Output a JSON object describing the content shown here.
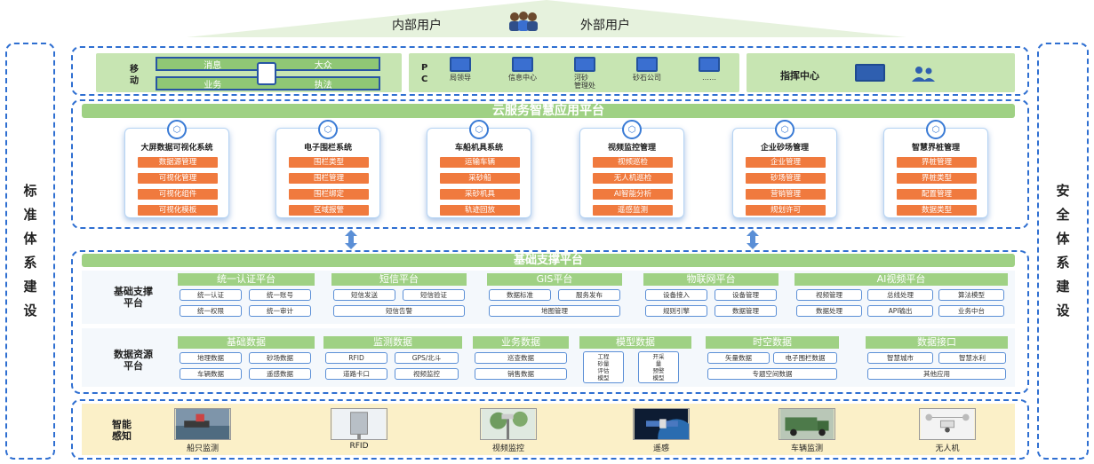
{
  "users": {
    "internal": "内部用户",
    "external": "外部用户"
  },
  "sides": {
    "left": [
      "标",
      "准",
      "体",
      "系",
      "建",
      "设"
    ],
    "right": [
      "安",
      "全",
      "体",
      "系",
      "建",
      "设"
    ]
  },
  "access": {
    "mobile_label": [
      "移",
      "动"
    ],
    "mobile_rows": [
      [
        "消息",
        "大众"
      ],
      [
        "业务",
        "执法"
      ]
    ],
    "pc_label": [
      "P",
      "C"
    ],
    "pc_items": [
      "局领导",
      "信息中心",
      "河砂\n管理处",
      "砂石公司",
      "……"
    ],
    "command_center": "指挥中心"
  },
  "cloud": {
    "title": "云服务智慧应用平台",
    "cards": [
      {
        "title": "大屏数据可视化系统",
        "items": [
          "数据源管理",
          "可视化管理",
          "可视化组件",
          "可视化模板"
        ]
      },
      {
        "title": "电子围栏系统",
        "items": [
          "围栏类型",
          "围栏管理",
          "围栏绑定",
          "区域报警"
        ]
      },
      {
        "title": "车船机具系统",
        "items": [
          "运输车辆",
          "采砂船",
          "采砂机具",
          "轨迹回放"
        ]
      },
      {
        "title": "视频监控管理",
        "items": [
          "视频巡检",
          "无人机巡检",
          "AI智能分析",
          "遥感监测"
        ]
      },
      {
        "title": "企业砂场管理",
        "items": [
          "企业管理",
          "砂场管理",
          "营销管理",
          "规划许可"
        ]
      },
      {
        "title": "智慧界桩管理",
        "items": [
          "界桩管理",
          "界桩类型",
          "配置管理",
          "数据类型"
        ]
      }
    ]
  },
  "base": {
    "title": "基础支撑平台",
    "support_label": "基础支撑\n平台",
    "support_groups": [
      {
        "title": "统一认证平台",
        "pills": [
          "统一认证",
          "统一账号",
          "统一权限",
          "统一审计"
        ]
      },
      {
        "title": "短信平台",
        "pills": [
          "短信发送",
          "短信验证",
          "短信告警"
        ]
      },
      {
        "title": "GIS平台",
        "pills": [
          "数据标准",
          "服务发布",
          "地图管理"
        ]
      },
      {
        "title": "物联网平台",
        "pills": [
          "设备接入",
          "设备管理",
          "规则引擎",
          "数据管理"
        ]
      },
      {
        "title": "AI视频平台",
        "pills": [
          "视频管理",
          "总线处理",
          "算法模型",
          "数据处理",
          "API输出",
          "业务中台"
        ]
      }
    ],
    "data_label": "数据资源\n平台",
    "data_groups": [
      {
        "title": "基础数据",
        "pills": [
          "地理数据",
          "砂场数据",
          "车辆数据",
          "遥感数据"
        ]
      },
      {
        "title": "监测数据",
        "pills": [
          "RFID",
          "GPS/北斗",
          "道路卡口",
          "视频监控"
        ]
      },
      {
        "title": "业务数据",
        "pills": [
          "巡查数据",
          "销售数据"
        ]
      },
      {
        "title": "模型数据",
        "pills": [
          "工程\n砂量\n评估\n模型",
          "开采\n量\n预警\n模型"
        ]
      },
      {
        "title": "时空数据",
        "pills": [
          "矢量数据",
          "电子围栏数据",
          "专题空间数据"
        ]
      },
      {
        "title": "数据接口",
        "pills": [
          "智慧城市",
          "智慧水利",
          "其他应用"
        ]
      }
    ]
  },
  "sensing": {
    "label": "智能\n感知",
    "items": [
      "船只监测",
      "RFID",
      "视频监控",
      "遥感",
      "车辆监测",
      "无人机"
    ]
  },
  "colors": {
    "accent": "#2f6fd1",
    "green": "#9fd184",
    "orange": "#f07a3e"
  }
}
